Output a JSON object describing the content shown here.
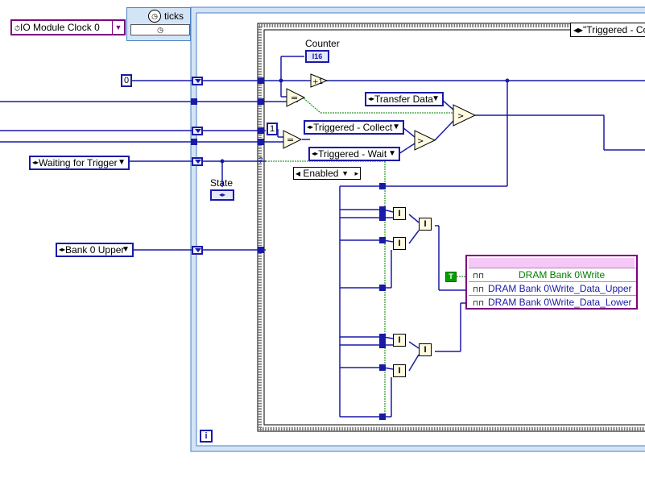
{
  "clock": {
    "label": "IO Module Clock 0",
    "icon": "clock-icon"
  },
  "ticks_node": {
    "label": "ticks"
  },
  "constants": {
    "zero": "0",
    "one": "1",
    "plus_one": "+1"
  },
  "controls": {
    "waiting_for_trigger": "Waiting for Trigger",
    "bank0_upper": "Bank 0 Upper",
    "transfer_data": "Transfer Data",
    "triggered_collect": "Triggered - Collect",
    "triggered_wait": "Triggered - Wait"
  },
  "labels": {
    "counter": "Counter",
    "counter_type": "I16",
    "state": "State",
    "iteration": "i",
    "question": "?"
  },
  "case_structure": {
    "selector": "\"Triggered - Co",
    "enabled": "Enabled"
  },
  "true_constant": "T",
  "fifo_node": {
    "rows": [
      {
        "text": "DRAM Bank 0\\Write",
        "color": "#008000"
      },
      {
        "text": "DRAM Bank 0\\Write_Data_Upper",
        "color": "#1a1aa8"
      },
      {
        "text": "DRAM Bank 0\\Write_Data_Lower",
        "color": "#1a1aa8"
      }
    ]
  },
  "colors": {
    "wire_blue": "#1a1aa8",
    "wire_green": "#008000",
    "loop_border": "#1a1aa8",
    "fifo_border": "#800080"
  }
}
